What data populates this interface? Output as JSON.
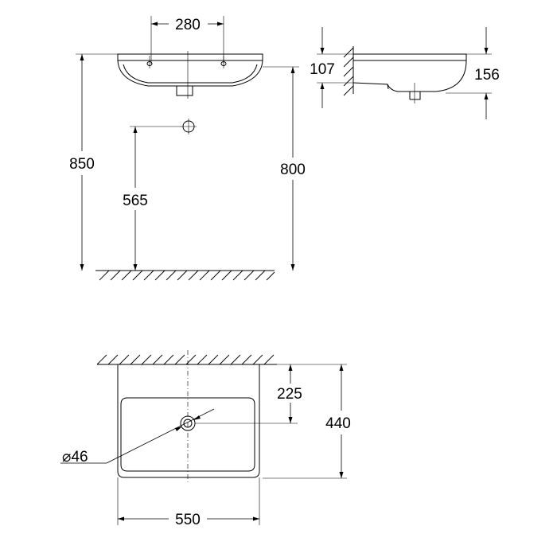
{
  "dimensions": {
    "tap_hole_spacing": "280",
    "bowl_rim_height": "107",
    "basin_depth_side": "156",
    "total_height": "850",
    "drain_height": "565",
    "rim_height": "800",
    "drain_offset": "225",
    "basin_depth": "440",
    "drain_diameter": "⌀46",
    "basin_width": "550"
  }
}
